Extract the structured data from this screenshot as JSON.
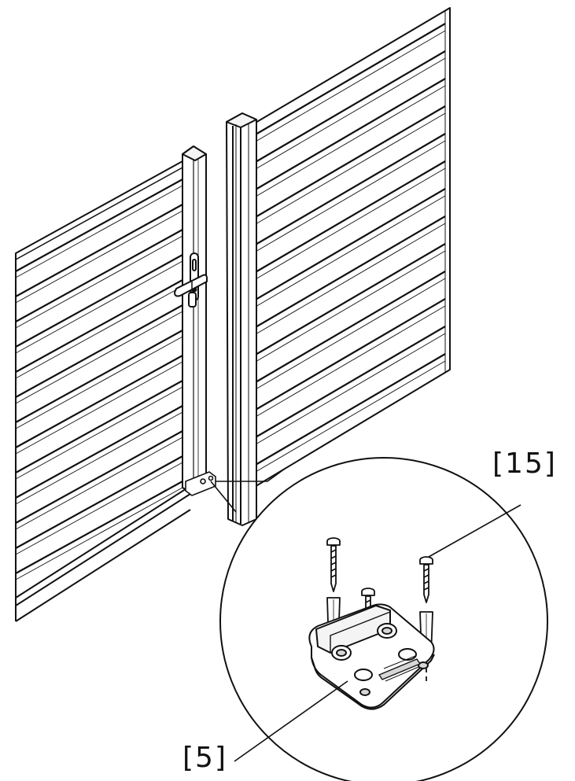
{
  "callouts": {
    "anchor_screw": "[15]",
    "floor_bracket": "[5]"
  },
  "colors": {
    "line": "#111111",
    "background": "#ffffff",
    "fill_light": "#f4f4f4",
    "fill_shade": "#d6d6d6"
  },
  "icons": [
    "gate-panel",
    "fence-panel",
    "gate-handle",
    "floor-bracket",
    "wood-screw",
    "wall-plug"
  ]
}
